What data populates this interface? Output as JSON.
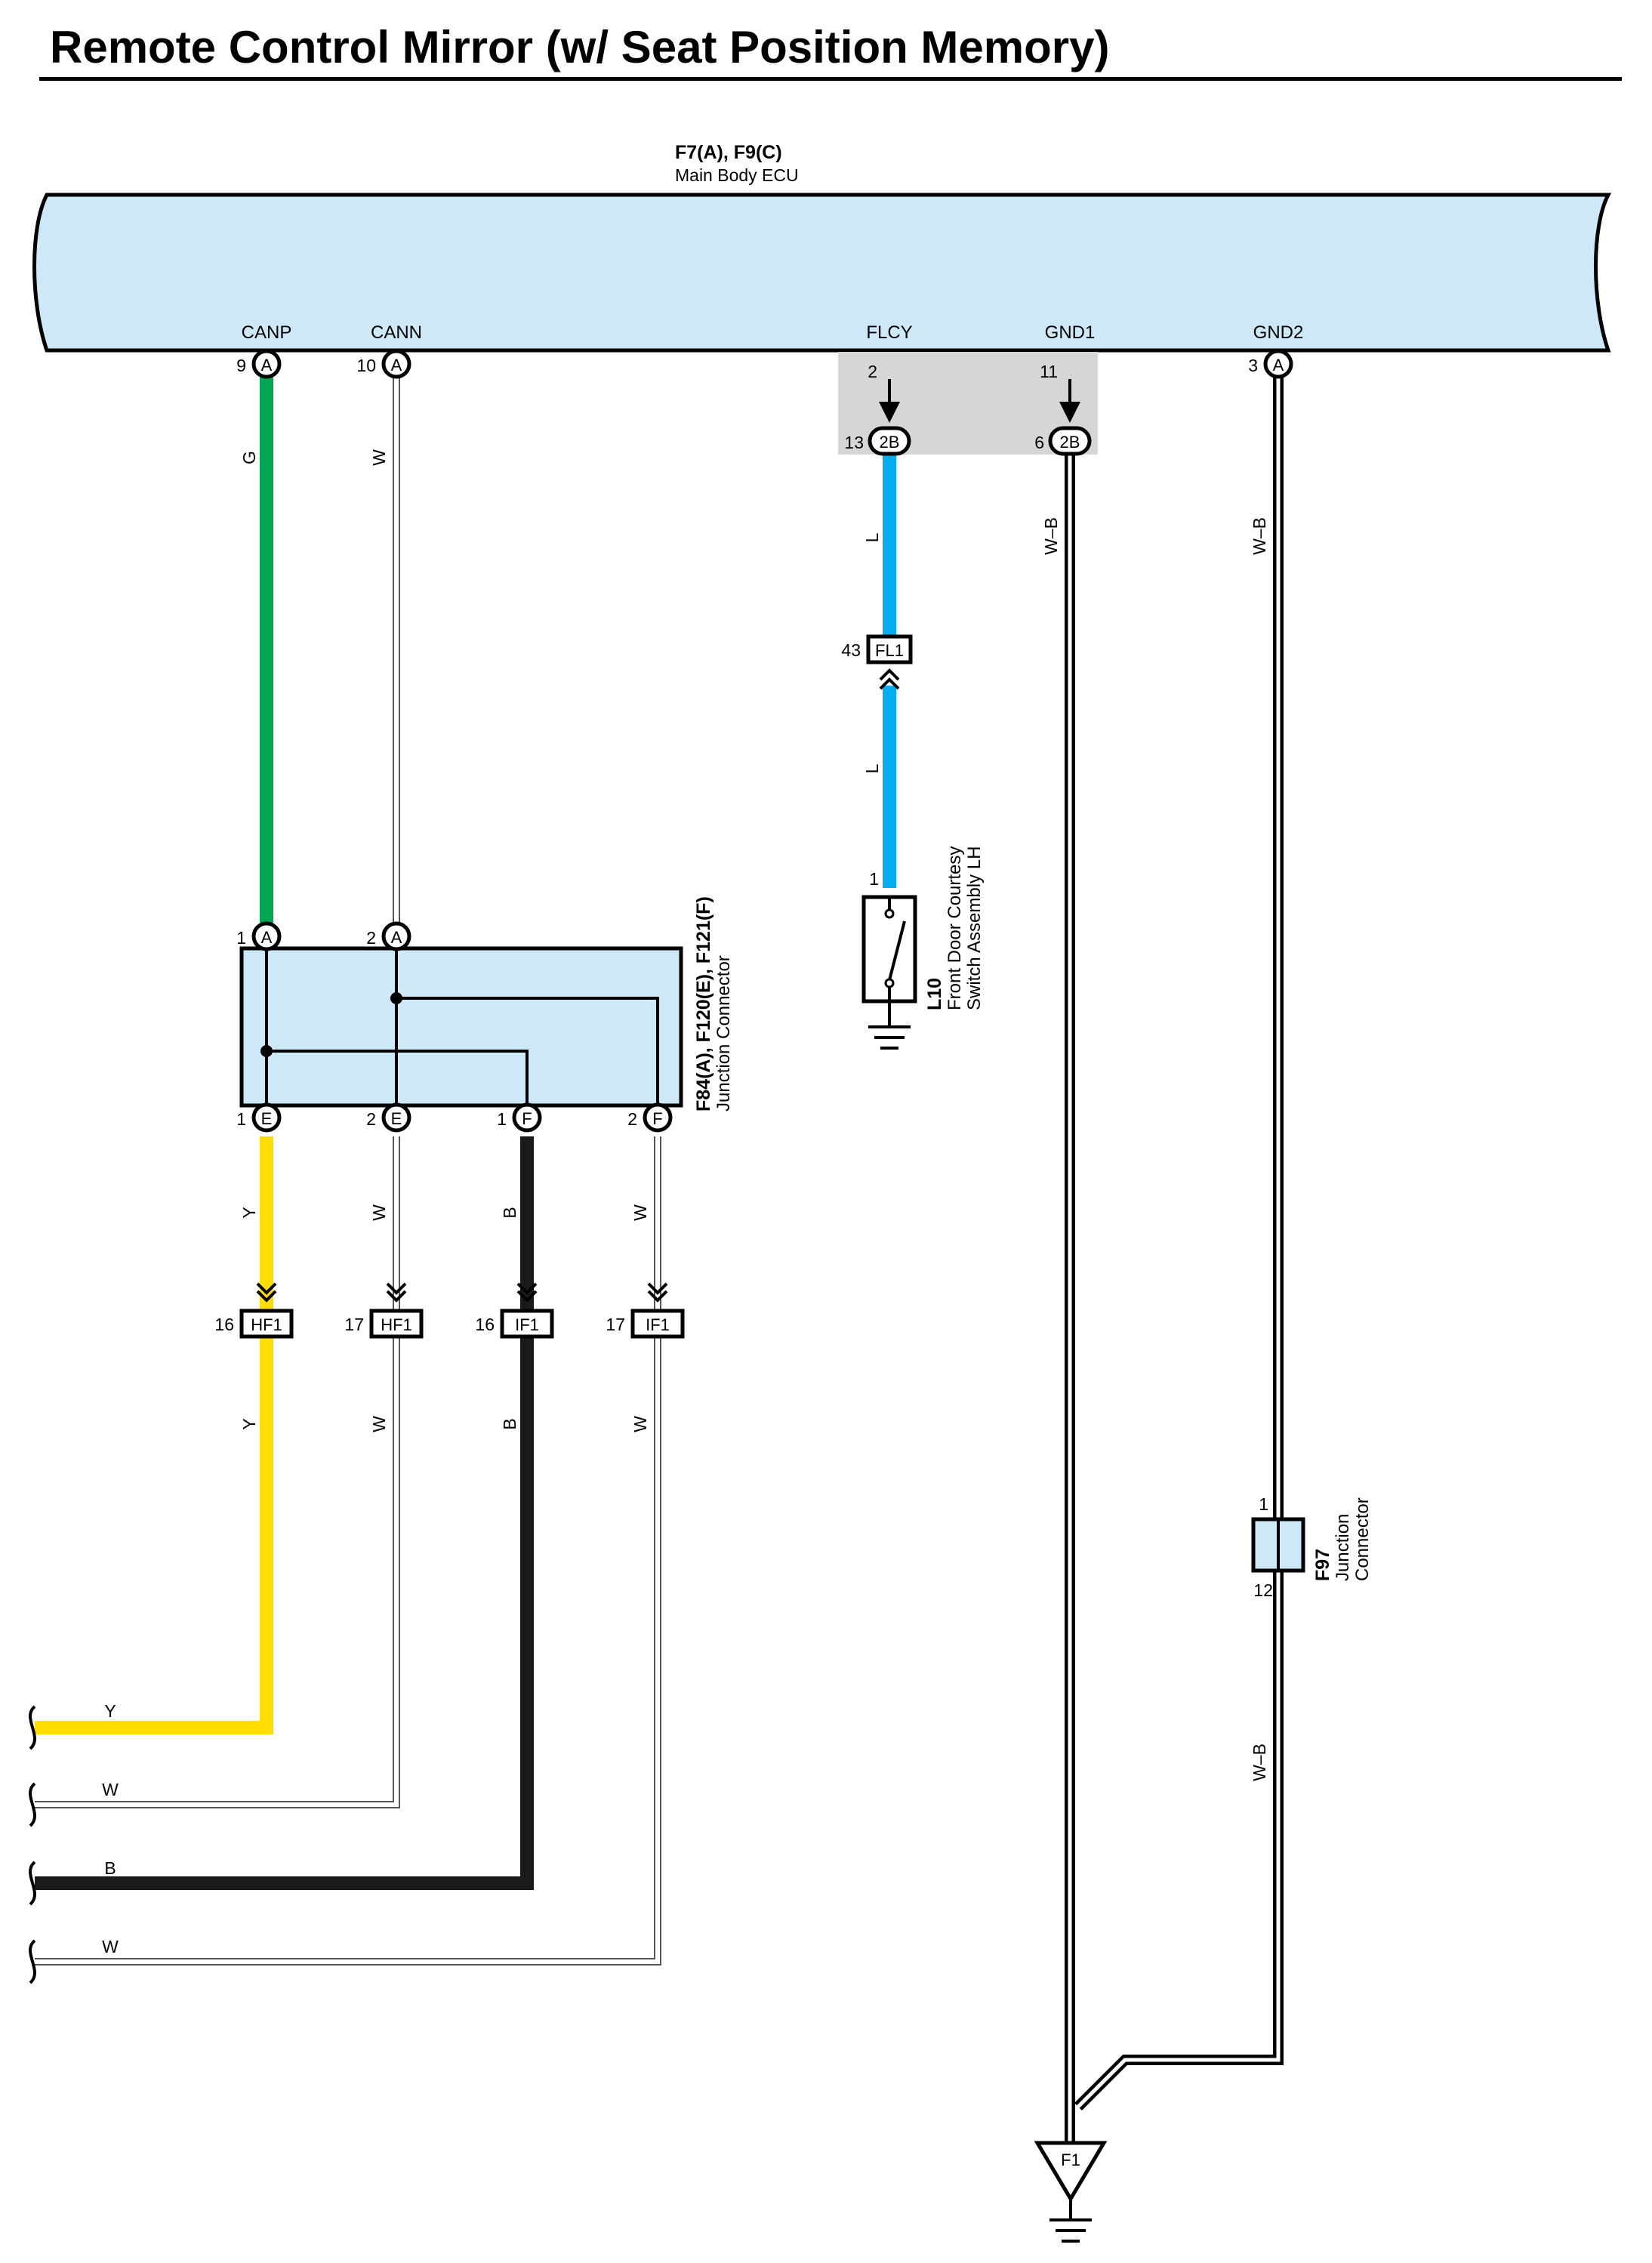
{
  "title": "Remote Control Mirror (w/ Seat Position Memory)",
  "ecu": {
    "code": "F7(A), F9(C)",
    "name": "Main Body ECU",
    "pins": [
      {
        "label": "CANP",
        "pin": "9",
        "conn": "A"
      },
      {
        "label": "CANN",
        "pin": "10",
        "conn": "A"
      },
      {
        "label": "FLCY",
        "pin": "2",
        "conn": ""
      },
      {
        "label": "GND1",
        "pin": "11",
        "conn": ""
      },
      {
        "label": "GND2",
        "pin": "3",
        "conn": "A"
      }
    ]
  },
  "connector_2b": {
    "flcy_pin": "13",
    "gnd1_pin": "6",
    "code": "2B"
  },
  "wires": {
    "canp": "G",
    "cann": "W",
    "flcy_upper": "L",
    "flcy_lower": "L",
    "gnd1": "W–B",
    "gnd2": "W–B",
    "gnd2_lower": "W–B",
    "e1_upper": "Y",
    "e2_upper": "W",
    "f1_upper": "B",
    "f2_upper": "W",
    "e1_lower": "Y",
    "e2_lower": "W",
    "f1_lower": "B",
    "f2_lower": "W",
    "left_y": "Y",
    "left_w1": "W",
    "left_b": "B",
    "left_w2": "W"
  },
  "fl1": {
    "pin": "43",
    "code": "FL1"
  },
  "l10": {
    "pin": "1",
    "code": "L10",
    "name_line1": "Front Door Courtesy",
    "name_line2": "Switch Assembly LH"
  },
  "junction": {
    "code": "F84(A), F120(E), F121(F)",
    "name": "Junction Connector",
    "top_pins": [
      {
        "pin": "1",
        "conn": "A"
      },
      {
        "pin": "2",
        "conn": "A"
      }
    ],
    "bottom_pins": [
      {
        "pin": "1",
        "conn": "E"
      },
      {
        "pin": "2",
        "conn": "E"
      },
      {
        "pin": "1",
        "conn": "F"
      },
      {
        "pin": "2",
        "conn": "F"
      }
    ]
  },
  "inline": [
    {
      "pin": "16",
      "code": "HF1"
    },
    {
      "pin": "17",
      "code": "HF1"
    },
    {
      "pin": "16",
      "code": "IF1"
    },
    {
      "pin": "17",
      "code": "IF1"
    }
  ],
  "f97": {
    "code": "F97",
    "name_line1": "Junction",
    "name_line2": "Connector",
    "pin_top": "1",
    "pin_bottom": "12"
  },
  "ground": {
    "code": "F1"
  },
  "colors": {
    "ecu_fill": "#cde9f8",
    "green": "#00a651",
    "blue": "#00aeef",
    "yellow": "#ffdd00",
    "black": "#1a1a1a",
    "grey_box": "#d5d6d8"
  }
}
